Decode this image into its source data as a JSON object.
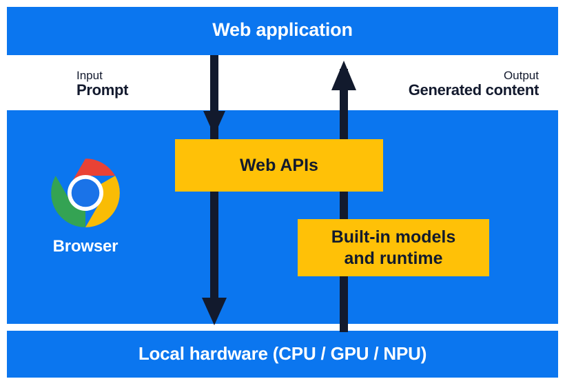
{
  "diagram": {
    "title": "Web application",
    "bands": {
      "top_label": "Web application",
      "bottom_label": "Local hardware (CPU / GPU / NPU)"
    },
    "flows": {
      "input": {
        "kicker": "Input",
        "value": "Prompt"
      },
      "output": {
        "kicker": "Output",
        "value": "Generated content"
      }
    },
    "browser": {
      "label": "Browser",
      "logo": "chrome-logo"
    },
    "boxes": [
      {
        "id": "web-apis",
        "label": "Web APIs"
      },
      {
        "id": "built-in-models",
        "line1": "Built-in models",
        "line2": "and runtime"
      }
    ],
    "arrows": [
      {
        "id": "input-arrow",
        "direction": "down",
        "from": "Web application",
        "to": "Local hardware (CPU / GPU / NPU)"
      },
      {
        "id": "output-arrow",
        "direction": "up",
        "from": "Local hardware (CPU / GPU / NPU)",
        "to": "Web application"
      }
    ],
    "colors": {
      "band_blue": "#0b76ef",
      "box_yellow": "#ffc107",
      "arrow_navy": "#121a2d",
      "text_on_blue": "#ffffff",
      "text_dark": "#131a2e",
      "chrome_red": "#e94235",
      "chrome_yellow": "#f9bc05",
      "chrome_green": "#34a353",
      "chrome_blue": "#1a73e8",
      "page_background": "#ffffff"
    }
  }
}
